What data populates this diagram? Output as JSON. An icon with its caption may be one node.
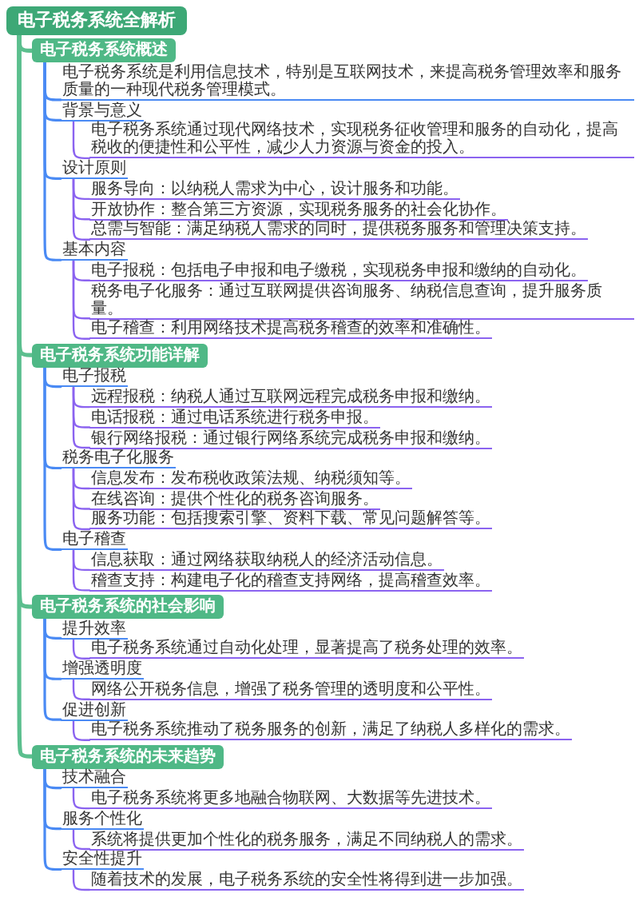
{
  "diagram": {
    "nodes": [
      {
        "text": [
          "电子税务系统全解析"
        ]
      },
      {
        "text": [
          "电子税务系统概述"
        ]
      },
      {
        "text": [
          "电子税务系统是利用信息技术，特别是互联网技术，来提高税务管理效率和服务质量的一种现代税务管理模式。"
        ]
      },
      {
        "text": [
          "背景与意义"
        ]
      },
      {
        "text": [
          "电子税务系统通过现代网络技术，实现税务征收管理和服务的自动化，提高税收的便捷性和公平性，减少人力资源与资金的投入。"
        ]
      },
      {
        "text": [
          "设计原则"
        ]
      },
      {
        "text": [
          "服务导向：以纳税人需求为中心，设计服务和功能。"
        ]
      },
      {
        "text": [
          "开放协作：整合第三方资源，实现税务服务的社会化协作。"
        ]
      },
      {
        "text": [
          "总需与智能：满足纳税人需求的同时，提供税务服务和管理决策支持。"
        ]
      },
      {
        "text": [
          "基本内容"
        ]
      },
      {
        "text": [
          "电子报税：包括电子申报和电子缴税，实现税务申报和缴纳的自动化。"
        ]
      },
      {
        "text": [
          "税务电子化服务：通过互联网提供咨询服务、纳税信息查询，提升服务质量。"
        ]
      },
      {
        "text": [
          "电子稽查：利用网络技术提高税务稽查的效率和准确性。"
        ]
      },
      {
        "text": [
          "电子税务系统功能详解"
        ]
      },
      {
        "text": [
          "电子报税"
        ]
      },
      {
        "text": [
          "远程报税：纳税人通过互联网远程完成税务申报和缴纳。"
        ]
      },
      {
        "text": [
          "电话报税：通过电话系统进行税务申报。"
        ]
      },
      {
        "text": [
          "银行网络报税：通过银行网络系统完成税务申报和缴纳。"
        ]
      },
      {
        "text": [
          "税务电子化服务"
        ]
      },
      {
        "text": [
          "信息发布：发布税收政策法规、纳税须知等。"
        ]
      },
      {
        "text": [
          "在线咨询：提供个性化的税务咨询服务。"
        ]
      },
      {
        "text": [
          "服务功能：包括搜索引擎、资料下载、常见问题解答等。"
        ]
      },
      {
        "text": [
          "电子稽查"
        ]
      },
      {
        "text": [
          "信息获取：通过网络获取纳税人的经济活动信息。"
        ]
      },
      {
        "text": [
          "稽查支持：构建电子化的稽查支持网络，提高稽查效率。"
        ]
      },
      {
        "text": [
          "电子税务系统的社会影响"
        ]
      },
      {
        "text": [
          "提升效率"
        ]
      },
      {
        "text": [
          "电子税务系统通过自动化处理，显著提高了税务处理的效率。"
        ]
      },
      {
        "text": [
          "增强透明度"
        ]
      },
      {
        "text": [
          "网络公开税务信息，增强了税务管理的透明度和公平性。"
        ]
      },
      {
        "text": [
          "促进创新"
        ]
      },
      {
        "text": [
          "电子税务系统推动了税务服务的创新，满足了纳税人多样化的需求。"
        ]
      },
      {
        "text": [
          "电子税务系统的未来趋势"
        ]
      },
      {
        "text": [
          "技术融合"
        ]
      },
      {
        "text": [
          "电子税务系统将更多地融合物联网、大数据等先进技术。"
        ]
      },
      {
        "text": [
          "服务个性化"
        ]
      },
      {
        "text": [
          "系统将提供更加个性化的税务服务，满足不同纳税人的需求。"
        ]
      },
      {
        "text": [
          "安全性提升"
        ]
      },
      {
        "text": [
          "随着技术的发展，电子税务系统的安全性将得到进一步加强。"
        ]
      }
    ],
    "edges": [
      {
        "from": 0,
        "to": 1,
        "arrow": "none",
        "color": "#5bbf8e"
      },
      {
        "from": 1,
        "to": 2,
        "arrow": "none",
        "color": "#4a8af4"
      },
      {
        "from": 1,
        "to": 3,
        "arrow": "none",
        "color": "#4a8af4"
      },
      {
        "from": 3,
        "to": 4,
        "arrow": "none"
      },
      {
        "from": 1,
        "to": 5,
        "arrow": "none",
        "color": "#4a8af4"
      },
      {
        "from": 5,
        "to": 6,
        "arrow": "none"
      },
      {
        "from": 5,
        "to": 7,
        "arrow": "none"
      },
      {
        "from": 5,
        "to": 8,
        "arrow": "none"
      },
      {
        "from": 1,
        "to": 9,
        "arrow": "none",
        "color": "#4a8af4"
      },
      {
        "from": 9,
        "to": 10,
        "arrow": "none"
      },
      {
        "from": 9,
        "to": 11,
        "arrow": "none"
      },
      {
        "from": 9,
        "to": 12,
        "arrow": "none"
      },
      {
        "from": 0,
        "to": 13,
        "arrow": "none",
        "color": "#5bbf8e"
      },
      {
        "from": 13,
        "to": 14,
        "arrow": "none",
        "color": "#4a8af4"
      },
      {
        "from": 14,
        "to": 15,
        "arrow": "none"
      },
      {
        "from": 14,
        "to": 16,
        "arrow": "none"
      },
      {
        "from": 14,
        "to": 17,
        "arrow": "none"
      },
      {
        "from": 13,
        "to": 18,
        "arrow": "none",
        "color": "#4a8af4"
      },
      {
        "from": 18,
        "to": 19,
        "arrow": "none"
      },
      {
        "from": 18,
        "to": 20,
        "arrow": "none"
      },
      {
        "from": 18,
        "to": 21,
        "arrow": "none"
      },
      {
        "from": 13,
        "to": 22,
        "arrow": "none",
        "color": "#4a8af4"
      },
      {
        "from": 22,
        "to": 23,
        "arrow": "none"
      },
      {
        "from": 22,
        "to": 24,
        "arrow": "none"
      },
      {
        "from": 0,
        "to": 25,
        "arrow": "none",
        "color": "#5bbf8e"
      },
      {
        "from": 25,
        "to": 26,
        "arrow": "none",
        "color": "#4a8af4"
      },
      {
        "from": 26,
        "to": 27,
        "arrow": "none"
      },
      {
        "from": 25,
        "to": 28,
        "arrow": "none",
        "color": "#4a8af4"
      },
      {
        "from": 28,
        "to": 29,
        "arrow": "none"
      },
      {
        "from": 25,
        "to": 30,
        "arrow": "none",
        "color": "#4a8af4"
      },
      {
        "from": 30,
        "to": 31,
        "arrow": "none"
      },
      {
        "from": 0,
        "to": 32,
        "arrow": "none",
        "color": "#5bbf8e"
      },
      {
        "from": 32,
        "to": 33,
        "arrow": "none",
        "color": "#4a8af4"
      },
      {
        "from": 33,
        "to": 34,
        "arrow": "none"
      },
      {
        "from": 32,
        "to": 35,
        "arrow": "none",
        "color": "#4a8af4"
      },
      {
        "from": 35,
        "to": 36,
        "arrow": "none"
      },
      {
        "from": 32,
        "to": 37,
        "arrow": "none",
        "color": "#4a8af4"
      },
      {
        "from": 37,
        "to": 38,
        "arrow": "none"
      }
    ]
  }
}
